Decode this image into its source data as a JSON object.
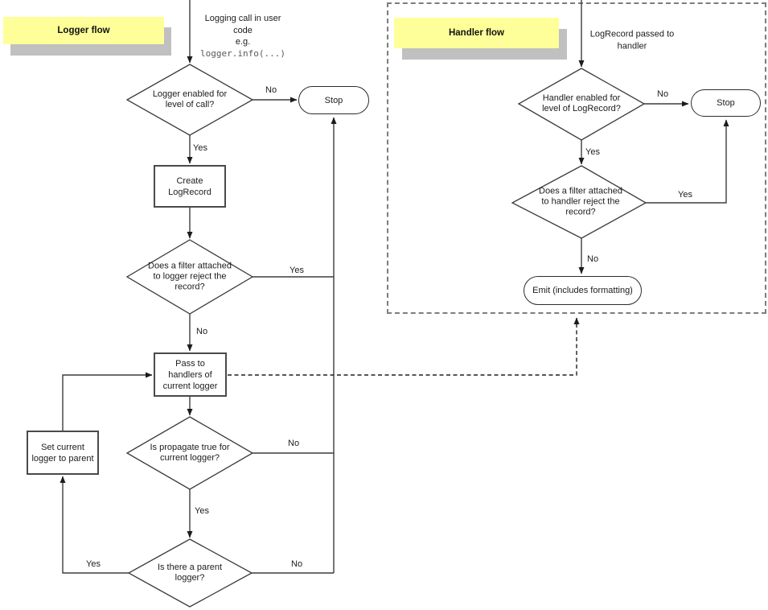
{
  "labels": {
    "yes": "Yes",
    "no": "No"
  },
  "logger": {
    "title": "Logger flow",
    "entry": "Logging call in user\ncode\ne.g.",
    "entry_code": "logger.info(...)",
    "enabled": "Logger enabled for\nlevel of call?",
    "stop": "Stop",
    "create": "Create\nLogRecord",
    "filter": "Does a filter attached\nto logger reject the\nrecord?",
    "pass": "Pass to\nhandlers of\ncurrent logger",
    "propagate": "Is propagate true for\ncurrent logger?",
    "parent": "Is there a parent\nlogger?",
    "set_parent": "Set current\nlogger to parent"
  },
  "handler": {
    "title": "Handler flow",
    "entry": "LogRecord passed to\nhandler",
    "enabled": "Handler enabled for\nlevel of LogRecord?",
    "stop": "Stop",
    "filter": "Does a filter attached\nto handler reject the\nrecord?",
    "emit": "Emit (includes formatting)"
  },
  "colors": {
    "sticky": "#ffff99",
    "sticky_shadow": "#c0c0c0",
    "line": "#3d3d3d",
    "dashed_border": "#7d7d7d",
    "node_fill": "#ffffff"
  }
}
